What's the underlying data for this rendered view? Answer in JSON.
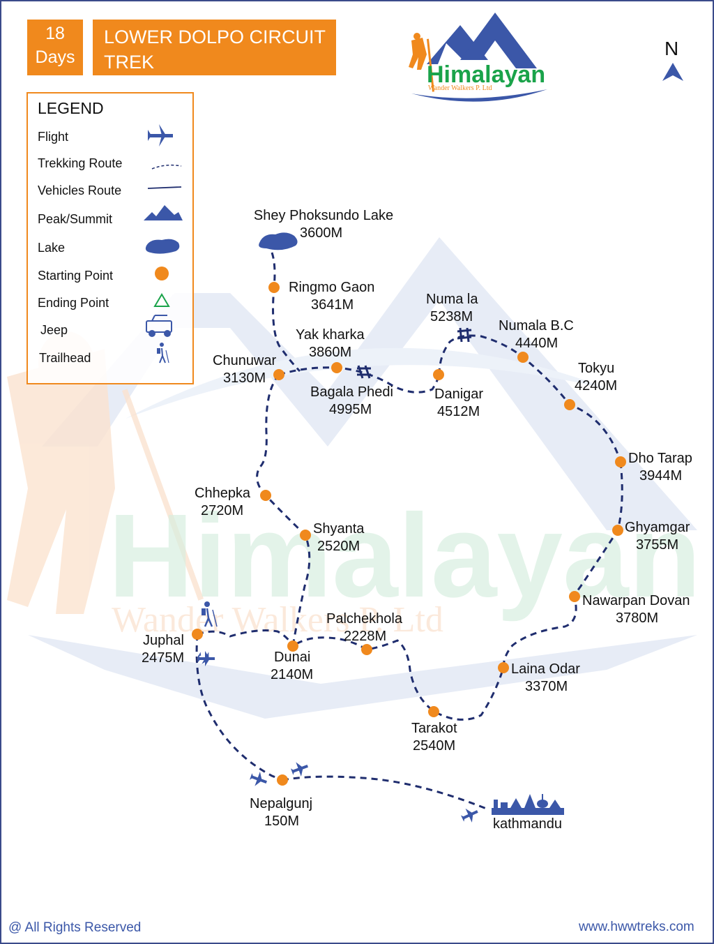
{
  "header": {
    "days_number": "18",
    "days_label": "Days",
    "trek_title_line1": "LOWER DOLPO CIRCUIT",
    "trek_title_line2": "TREK"
  },
  "logo": {
    "name": "Himalayan",
    "subtitle": "Wander Walkers P. Ltd"
  },
  "north_label": "N",
  "legend": {
    "title": "LEGEND",
    "items": [
      {
        "label": "Flight",
        "icon": "plane-icon"
      },
      {
        "label": "Trekking Route",
        "icon": "dashed-line-icon"
      },
      {
        "label": "Vehicles Route",
        "icon": "solid-line-icon"
      },
      {
        "label": "Peak/Summit",
        "icon": "mountain-icon"
      },
      {
        "label": "Lake",
        "icon": "lake-icon"
      },
      {
        "label": "Starting Point",
        "icon": "orange-dot-icon"
      },
      {
        "label": "Ending Point",
        "icon": "green-triangle-icon"
      },
      {
        "label": "Jeep",
        "icon": "jeep-icon"
      },
      {
        "label": "Trailhead",
        "icon": "hiker-icon"
      }
    ]
  },
  "places": [
    {
      "name": "Shey Phoksundo Lake",
      "altitude": "3600M"
    },
    {
      "name": "Ringmo Gaon",
      "altitude": "3641M"
    },
    {
      "name": "Numa la",
      "altitude": "5238M"
    },
    {
      "name": "Numala B.C",
      "altitude": "4440M"
    },
    {
      "name": "Yak kharka",
      "altitude": "3860M"
    },
    {
      "name": "Chunuwar",
      "altitude": "3130M"
    },
    {
      "name": "Tokyu",
      "altitude": "4240M"
    },
    {
      "name": "Bagala Phedi",
      "altitude": "4995M"
    },
    {
      "name": "Danigar",
      "altitude": "4512M"
    },
    {
      "name": "Dho Tarap",
      "altitude": "3944M"
    },
    {
      "name": "Chhepka",
      "altitude": "2720M"
    },
    {
      "name": "Shyanta",
      "altitude": "2520M"
    },
    {
      "name": "Ghyamgar",
      "altitude": "3755M"
    },
    {
      "name": "Nawarpan Dovan",
      "altitude": "3780M"
    },
    {
      "name": "Palchekhola",
      "altitude": "2228M"
    },
    {
      "name": "Juphal",
      "altitude": "2475M"
    },
    {
      "name": "Dunai",
      "altitude": "2140M"
    },
    {
      "name": "Laina Odar",
      "altitude": "3370M"
    },
    {
      "name": "Tarakot",
      "altitude": "2540M"
    },
    {
      "name": "Nepalgunj",
      "altitude": "150M"
    },
    {
      "name": "kathmandu",
      "altitude": ""
    }
  ],
  "colors": {
    "accent_orange": "#f0891d",
    "route_blue": "#1f2d6e",
    "icon_blue": "#3b57a8",
    "logo_green": "#1aa34a"
  },
  "footer": {
    "copyright": "@ All Rights Reserved",
    "website": "www.hwwtreks.com"
  }
}
